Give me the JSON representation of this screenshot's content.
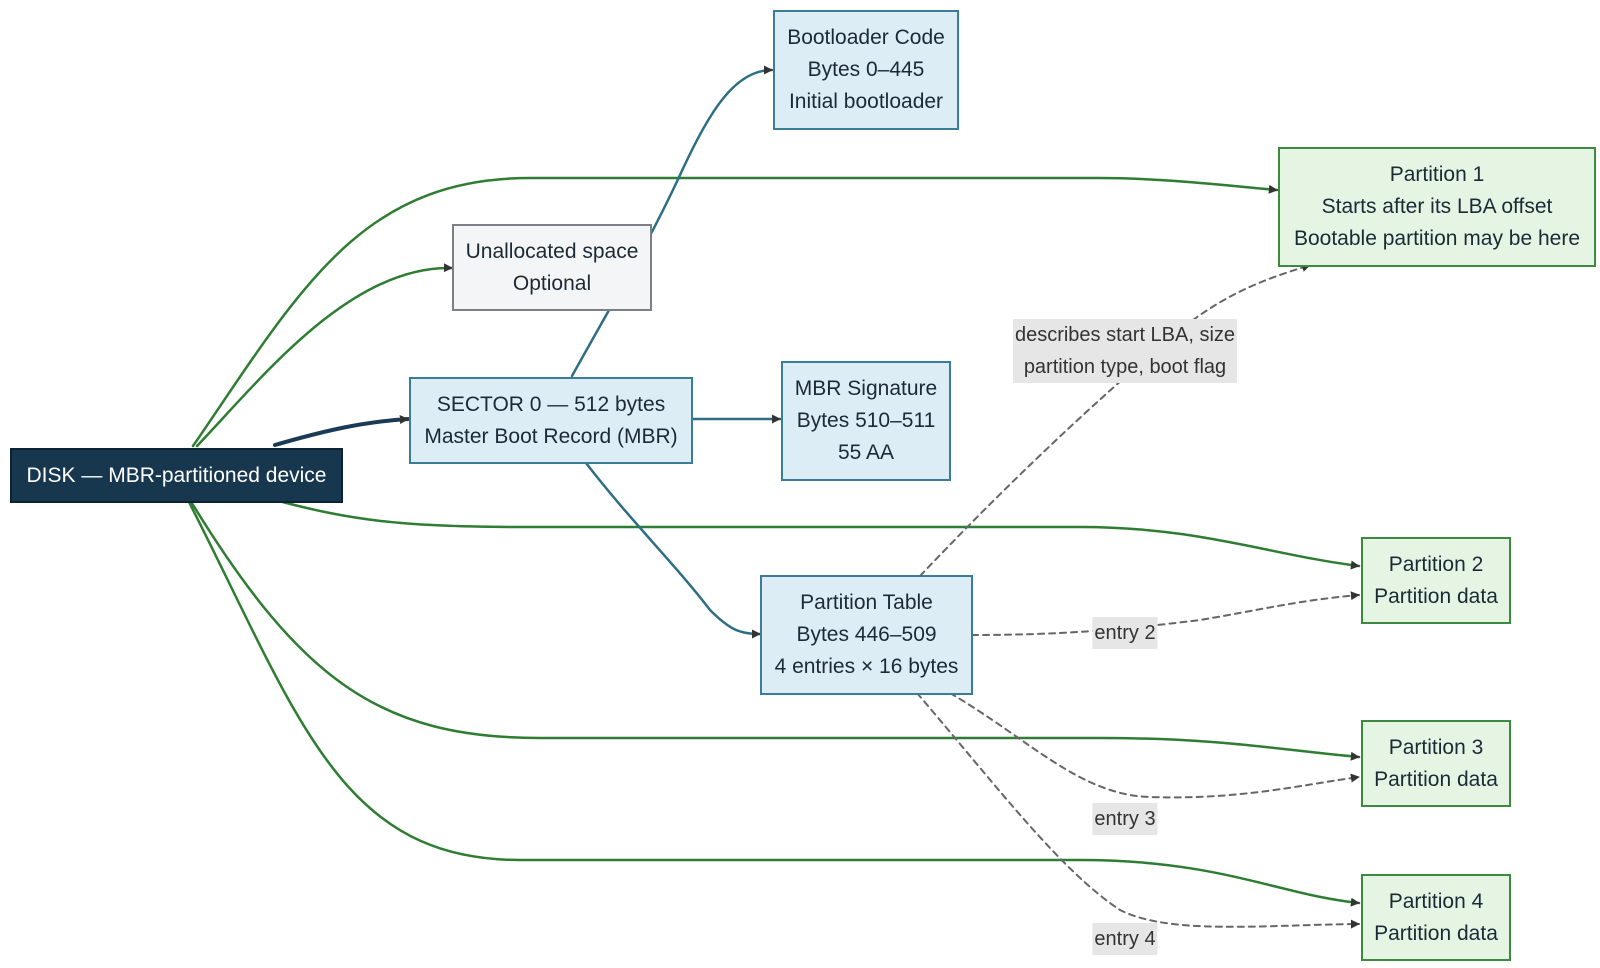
{
  "nodes": {
    "disk": {
      "line1": "DISK — MBR-partitioned device"
    },
    "sector0": {
      "line1": "SECTOR 0 — 512 bytes",
      "line2": "Master Boot Record (MBR)"
    },
    "unallocated": {
      "line1": "Unallocated space",
      "line2": "Optional"
    },
    "bootloader": {
      "line1": "Bootloader Code",
      "line2": "Bytes 0–445",
      "line3": "Initial bootloader"
    },
    "signature": {
      "line1": "MBR Signature",
      "line2": "Bytes 510–511",
      "line3": "55 AA"
    },
    "ptable": {
      "line1": "Partition Table",
      "line2": "Bytes 446–509",
      "line3": "4 entries × 16 bytes"
    },
    "p1": {
      "line1": "Partition 1",
      "line2": "Starts after its LBA offset",
      "line3": "Bootable partition may be here"
    },
    "p2": {
      "line1": "Partition 2",
      "line2": "Partition data"
    },
    "p3": {
      "line1": "Partition 3",
      "line2": "Partition data"
    },
    "p4": {
      "line1": "Partition 4",
      "line2": "Partition data"
    }
  },
  "edge_labels": {
    "entry1_line1": "describes start LBA, size",
    "entry1_line2": "partition type, boot flag",
    "entry2": "entry 2",
    "entry3": "entry 3",
    "entry4": "entry 4"
  },
  "colors": {
    "disk_fill": "#17374f",
    "mbr_fill": "#dcedf5",
    "mbr_edge": "#2e6e85",
    "partition_fill": "#e6f4e3",
    "partition_edge": "#2e7d32",
    "unallocated_fill": "#f4f5f7",
    "dashed_edge": "#666666",
    "primary_edge": "#1b3a55"
  }
}
